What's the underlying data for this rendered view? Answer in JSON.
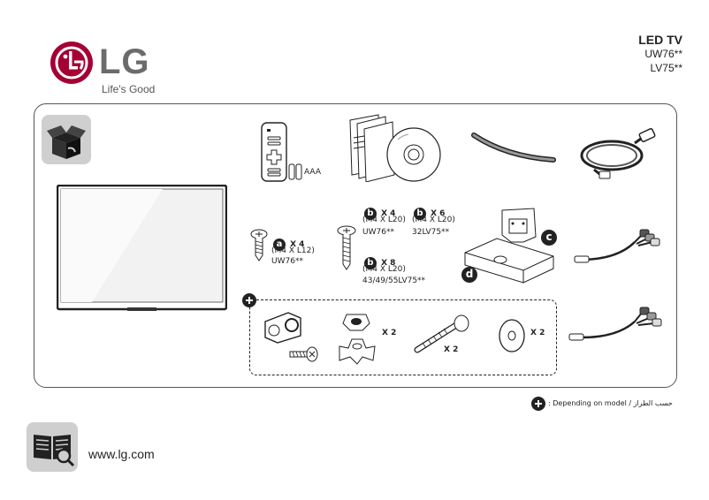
{
  "brand": {
    "logo_text": "LG",
    "tagline": "Life's Good"
  },
  "model": {
    "heading": "LED TV",
    "lines": [
      "UW76**",
      "LV75**"
    ]
  },
  "items": {
    "remote_battery_label": "AAA",
    "screw_a": {
      "badge": "a",
      "qty": "X 4",
      "size": "(M4 X L12)",
      "model": "UW76**"
    },
    "screw_b1": {
      "badge": "b",
      "qty": "X 4",
      "size": "(M4 X L20)",
      "model": "UW76**"
    },
    "screw_b2": {
      "badge": "b",
      "qty": "X 6",
      "size": "(M4 X L20)",
      "model": "32LV75**"
    },
    "screw_b3": {
      "badge": "b",
      "qty": "X 8",
      "size": "(M4 X L20)",
      "model": "43/49/55LV75**"
    },
    "stand_c_badge": "c",
    "stand_d_badge": "d",
    "wing_nut_qty": "X 2",
    "long_bolt_qty": "X 2",
    "washer_qty": "X 2"
  },
  "footer": {
    "note": ": Depending on model / حسب الطراز",
    "url": "www.lg.com"
  },
  "colors": {
    "brand_red": "#a50034",
    "logo_gray": "#6b6b6b",
    "icon_gray": "#cfcfcf",
    "frame": "#555555"
  }
}
